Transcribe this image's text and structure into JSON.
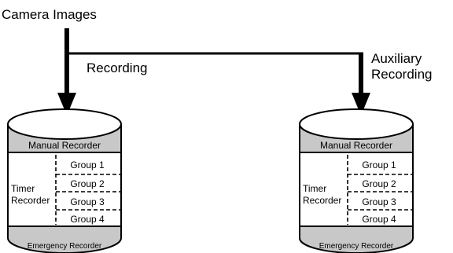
{
  "diagram": {
    "source_label": "Camera Images",
    "path_labels": {
      "recording": "Recording",
      "auxiliary_line1": "Auxiliary",
      "auxiliary_line2": "Recording"
    },
    "recorders": [
      {
        "id": "primary",
        "manual": "Manual Recorder",
        "timer_line1": "Timer",
        "timer_line2": "Recorder",
        "groups": [
          "Group 1",
          "Group 2",
          "Group 3",
          "Group 4"
        ],
        "emergency": "Emergency Recorder"
      },
      {
        "id": "auxiliary",
        "manual": "Manual Recorder",
        "timer_line1": "Timer",
        "timer_line2": "Recorder",
        "groups": [
          "Group 1",
          "Group 2",
          "Group 3",
          "Group 4"
        ],
        "emergency": "Emergency Recorder"
      }
    ]
  }
}
